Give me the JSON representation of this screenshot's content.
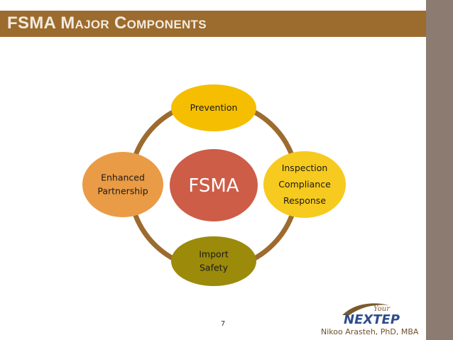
{
  "slide": {
    "title": "FSMA Major Components",
    "page_number": "7",
    "author": "Nikoo Arasteh, PhD, MBA",
    "logo": {
      "line1": "Your",
      "line2": "NEXTEP"
    }
  },
  "diagram": {
    "center": {
      "label": "FSMA",
      "color": "#cd5d47"
    },
    "nodes": [
      {
        "id": "top",
        "lines": [
          "Prevention"
        ],
        "color": "#f5be00"
      },
      {
        "id": "right",
        "lines": [
          "Inspection",
          "Compliance",
          "Response"
        ],
        "color": "#f6ca1e"
      },
      {
        "id": "bottom",
        "lines": [
          "Import",
          "Safety"
        ],
        "color": "#9c8a0a"
      },
      {
        "id": "left",
        "lines": [
          "Enhanced",
          "Partnership"
        ],
        "color": "#ea9b45"
      }
    ],
    "ring_color": "#9c6b2e"
  }
}
